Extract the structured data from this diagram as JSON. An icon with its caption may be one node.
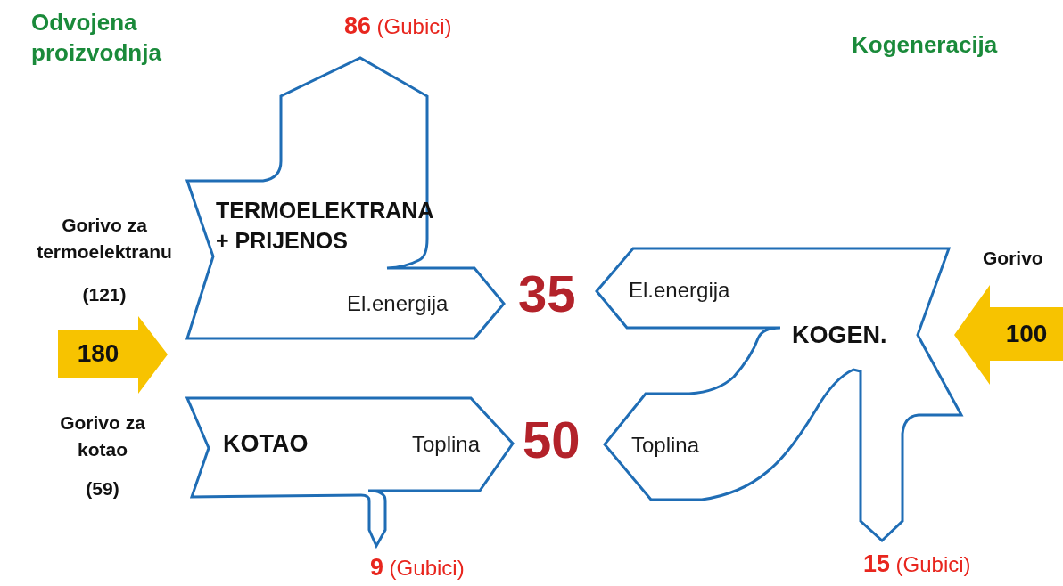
{
  "diagram": {
    "nodes": [
      {
        "text": [
          "TERMOELEKTRANA + PRIJENOS",
          "El.energija"
        ]
      },
      {
        "text": [
          "180"
        ]
      },
      {
        "text": [
          "KOTAO",
          "Toplina"
        ]
      },
      {
        "text": [
          "El.energija",
          "KOGEN.",
          "Toplina"
        ]
      },
      {
        "text": [
          "100"
        ]
      }
    ],
    "labels": [
      "Odvojena proizvodnja",
      "**86** (Gubici)",
      "Kogeneracija",
      "Gorivo za termoelektranu",
      "(121)",
      "Gorivo",
      "35",
      "Gorivo za kotao",
      "(59)",
      "50",
      "**9** (Gubici)",
      "**15** (Gubici)"
    ]
  }
}
